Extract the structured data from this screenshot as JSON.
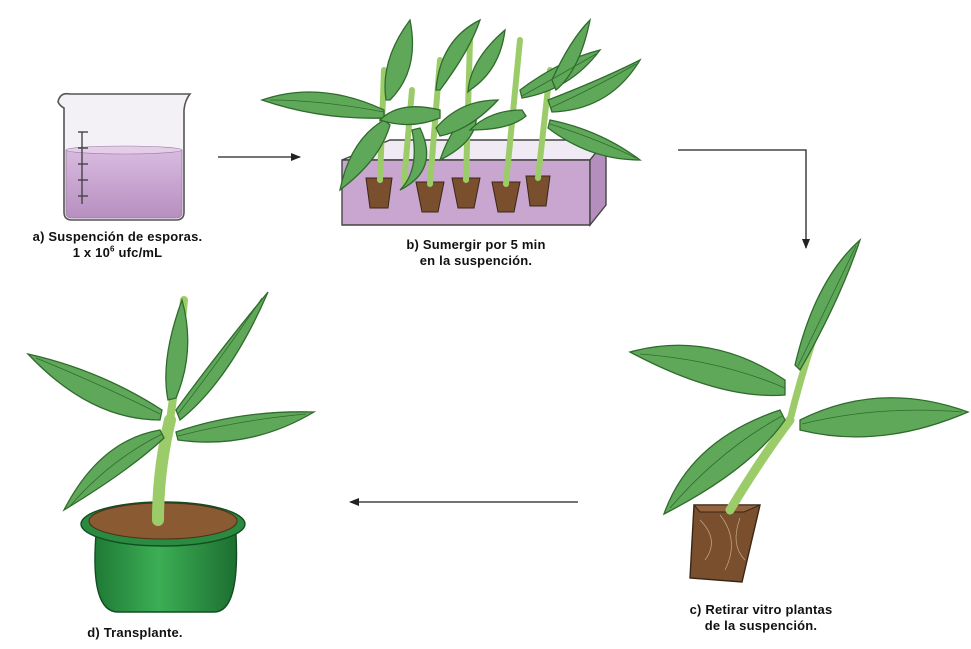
{
  "steps": {
    "a": {
      "line1": "a) Suspención de esporas.",
      "line2_prefix": "1 x 10",
      "line2_exponent": "6",
      "line2_suffix": " ufc/mL"
    },
    "b": {
      "line1": "b) Sumergir por 5 min",
      "line2": "en la suspención."
    },
    "c": {
      "line1": "c) Retirar vitro plantas",
      "line2": "de la suspención."
    },
    "d": {
      "line1": "d) Transplante."
    }
  },
  "colors": {
    "leaf": "#5fa85a",
    "leaf_dark": "#2f6b2c",
    "stem": "#9ccc6a",
    "liquid": "#c9a6cf",
    "soil": "#8a5a33",
    "pot": "#2f9a45",
    "arrow": "#222222"
  }
}
